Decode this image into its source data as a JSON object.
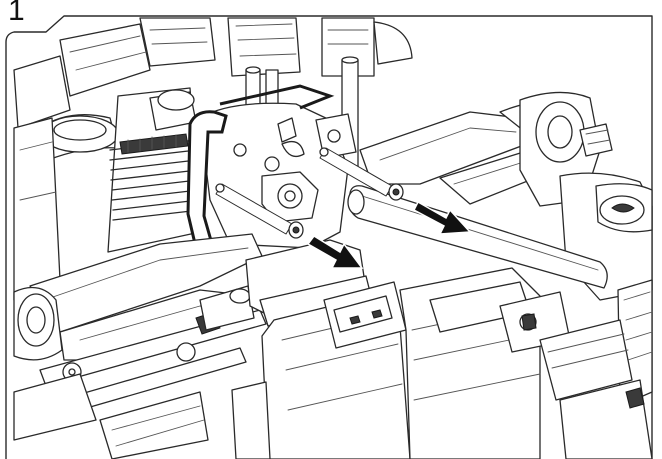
{
  "step": {
    "number": "1"
  },
  "illustration": {
    "subject": "rc-car-rear-suspension-assembly",
    "arrows": [
      {
        "name": "arrow-remove-lower-pin",
        "direction": "down-right"
      },
      {
        "name": "arrow-remove-upper-pin",
        "direction": "down-right"
      }
    ]
  }
}
